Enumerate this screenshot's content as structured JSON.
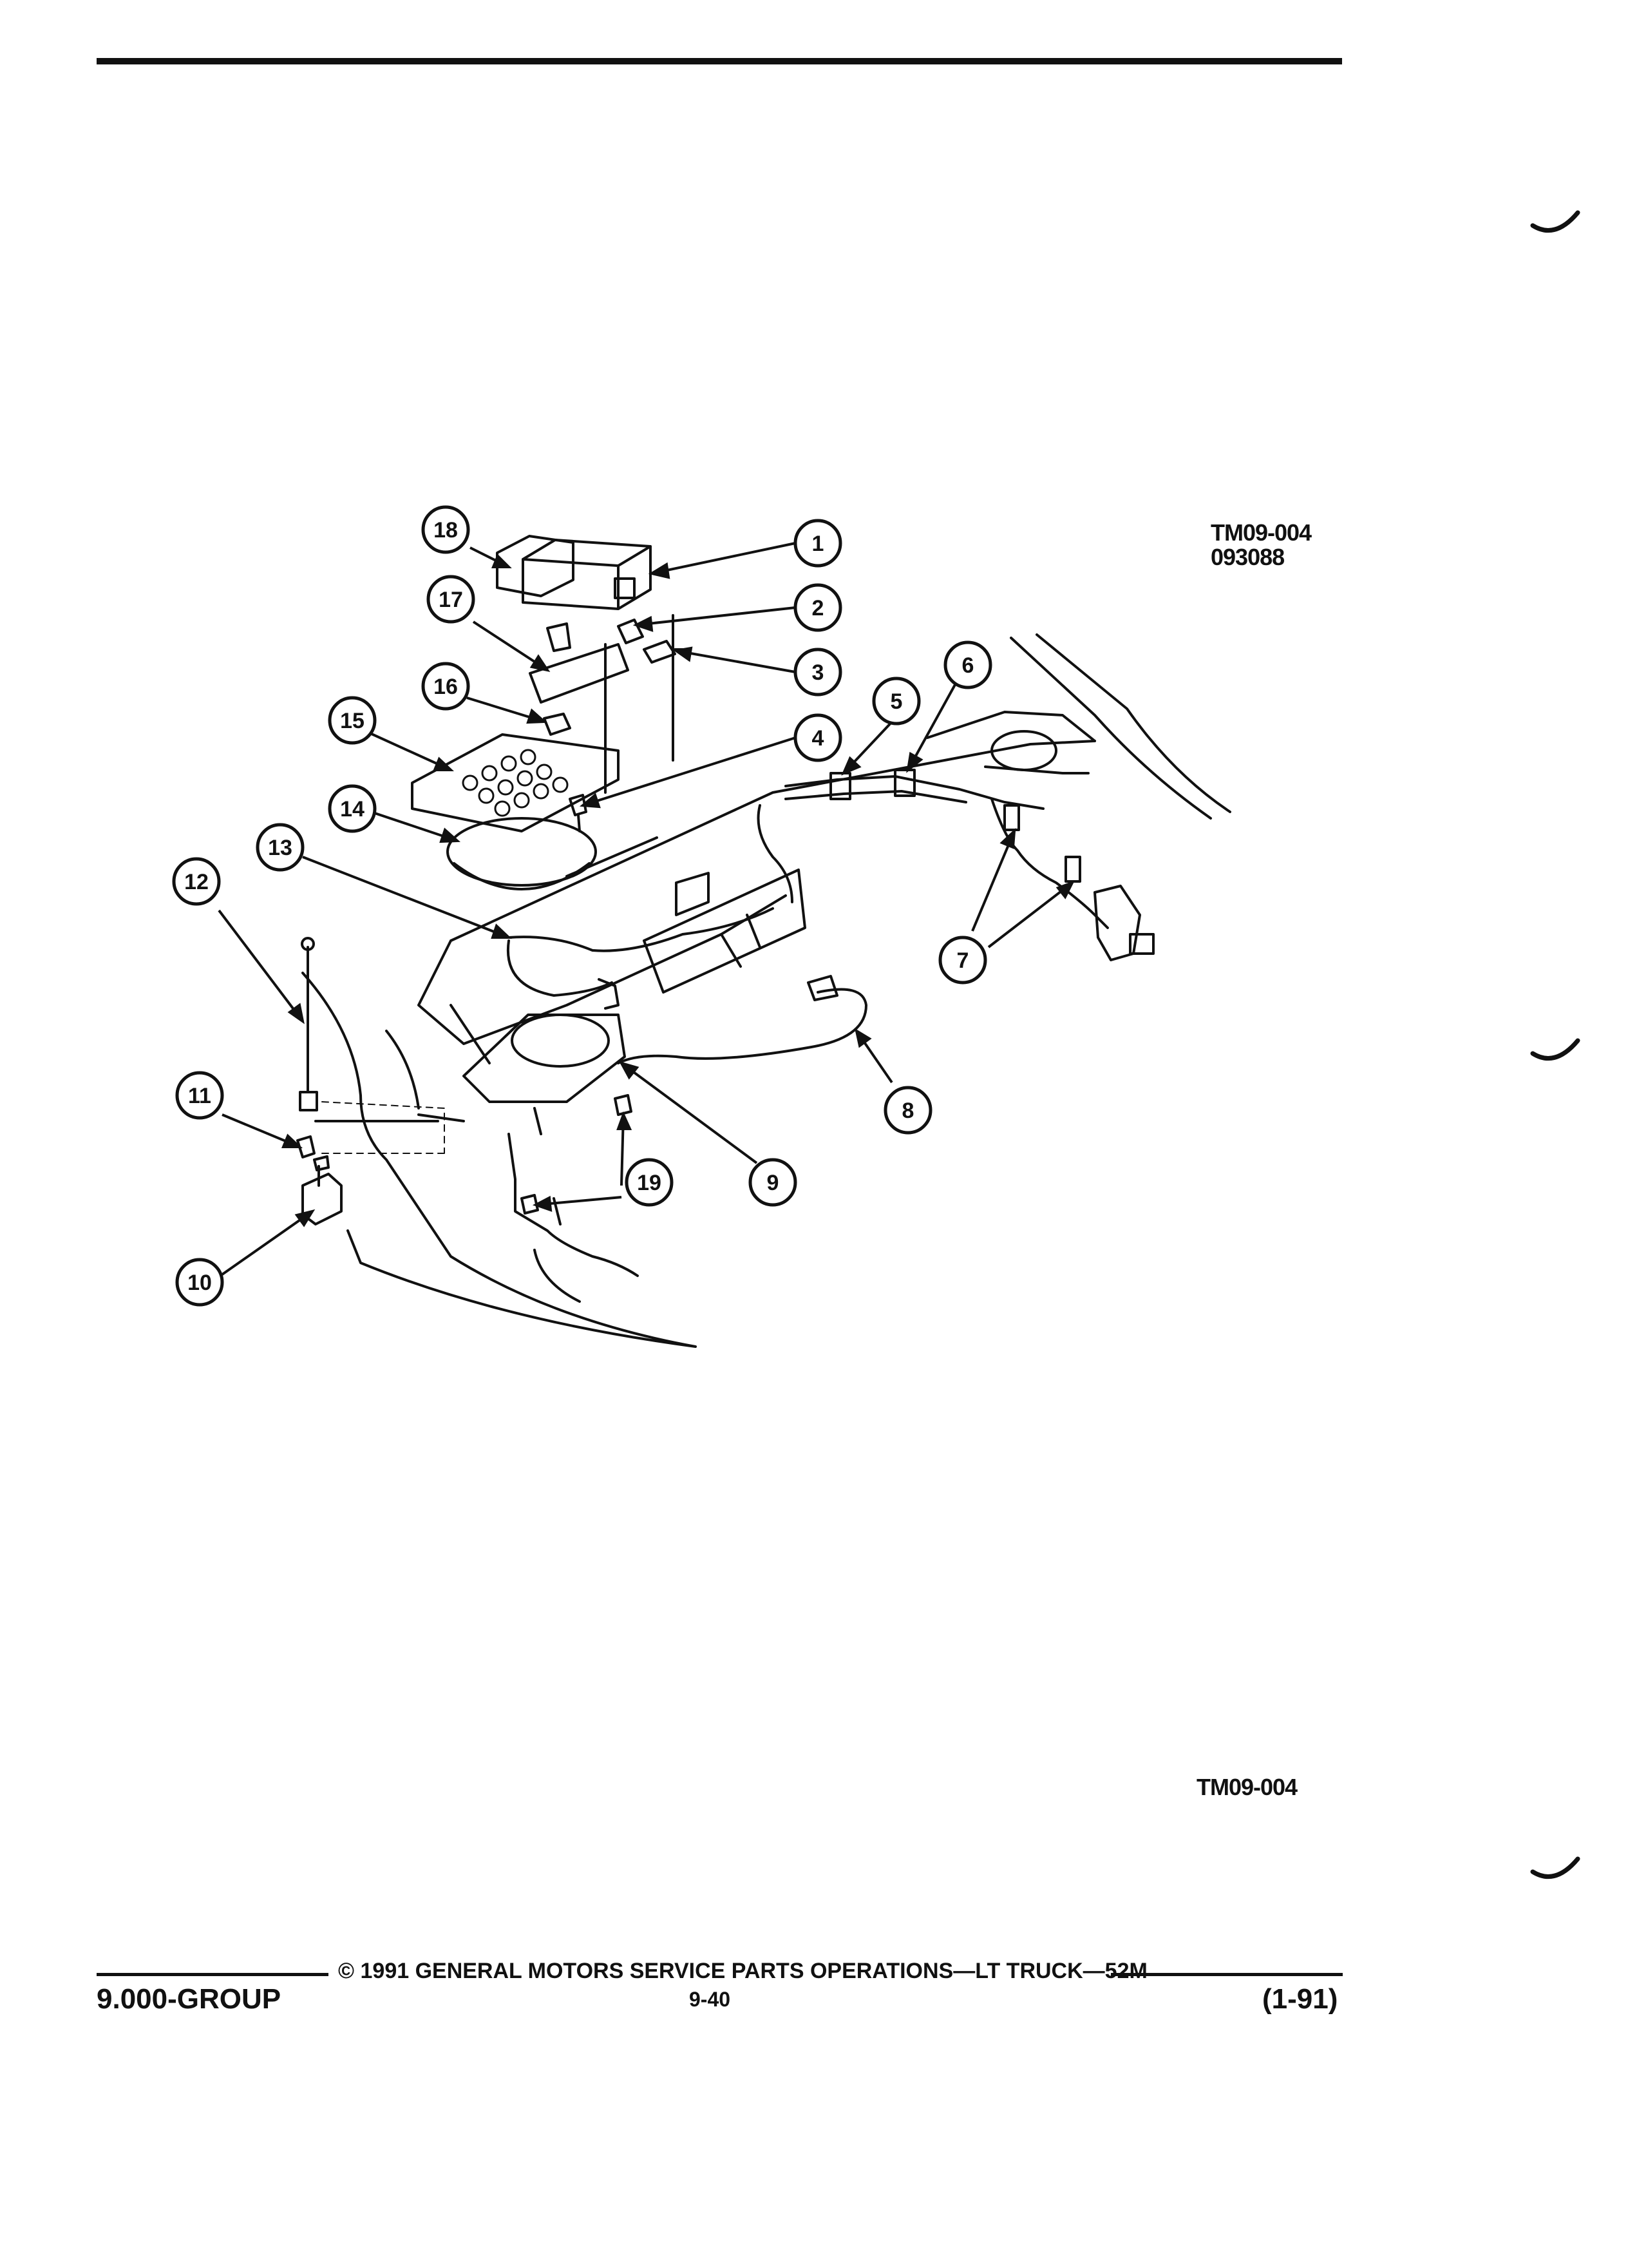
{
  "figure": {
    "code_top": "TM09-004",
    "date_code": "093088",
    "code_bottom": "TM09-004"
  },
  "callouts": [
    "1",
    "2",
    "3",
    "4",
    "5",
    "6",
    "7",
    "8",
    "9",
    "10",
    "11",
    "12",
    "13",
    "14",
    "15",
    "16",
    "17",
    "18",
    "19"
  ],
  "footer": {
    "group": "9.000-GROUP",
    "copyright": "© 1991 GENERAL MOTORS SERVICE PARTS OPERATIONS—LT TRUCK—52M",
    "page": "9-40",
    "date": "(1-91)"
  },
  "binder_marks": [
    "binding-hole-icon",
    "binding-hole-icon",
    "binding-hole-icon"
  ]
}
